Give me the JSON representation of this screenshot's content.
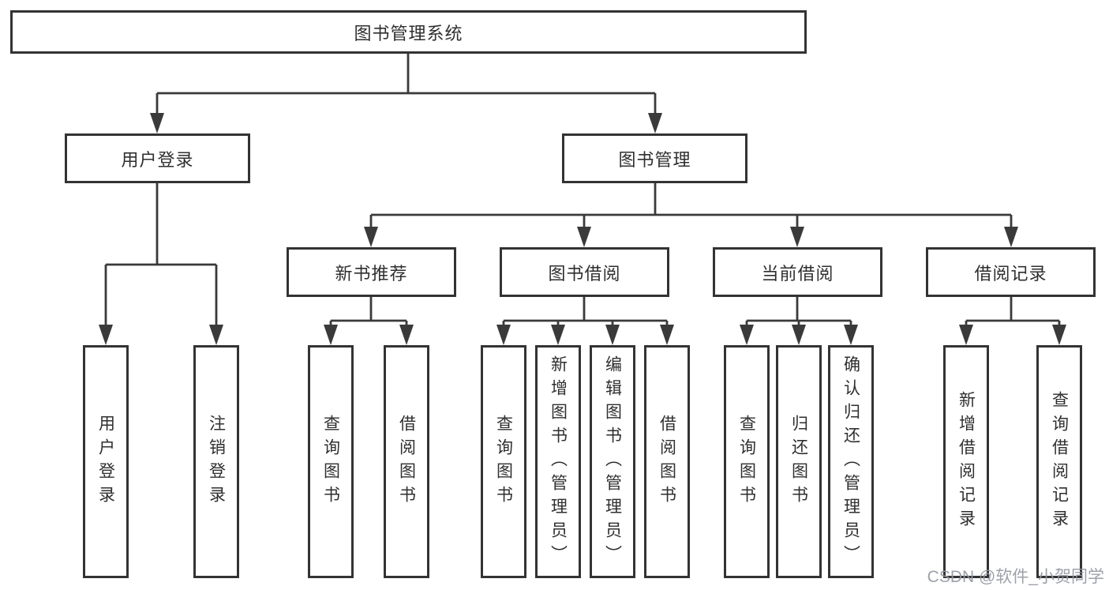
{
  "diagram": {
    "title": "图书管理系统",
    "level2": {
      "user_login": "用户登录",
      "book_management": "图书管理"
    },
    "level3": {
      "new_book_recommend": "新书推荐",
      "book_borrowing": "图书借阅",
      "current_borrowing": "当前借阅",
      "borrowing_records": "借阅记录"
    },
    "leaves": {
      "user_login": [
        "用户登录",
        "注销登录"
      ],
      "new_book_recommend": [
        "查询图书",
        "借阅图书"
      ],
      "book_borrowing": [
        "查询图书",
        "新增图书（管理员）",
        "编辑图书（管理员）",
        "借阅图书"
      ],
      "current_borrowing": [
        "查询图书",
        "归还图书",
        "确认归还（管理员）"
      ],
      "borrowing_records": [
        "新增借阅记录",
        "查询借阅记录"
      ]
    },
    "watermark": "CSDN @软件_小贺同学",
    "colors": {
      "line": "#3a3a3a",
      "border": "#333333",
      "text": "#2f2f2f",
      "watermark": "#9198a1",
      "background": "#ffffff"
    }
  }
}
